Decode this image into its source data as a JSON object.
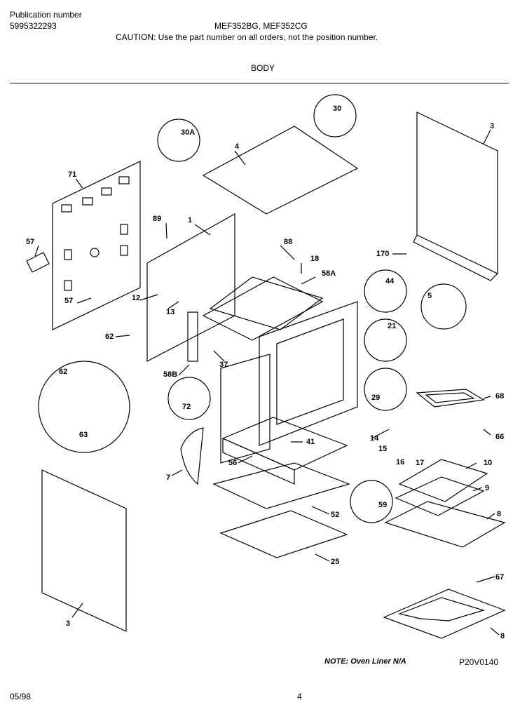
{
  "header": {
    "publication_label": "Publication number",
    "publication_number": "5995322293",
    "models": "MEF352BG, MEF352CG",
    "caution": "CAUTION:  Use the part number on all orders, not the position number.",
    "section_title": "BODY"
  },
  "callouts": [
    "30A",
    "30",
    "4",
    "3",
    "71",
    "89",
    "1",
    "88",
    "18",
    "58A",
    "57",
    "57",
    "12",
    "13",
    "44",
    "5",
    "170",
    "62",
    "21",
    "37",
    "58B",
    "62",
    "63",
    "29",
    "68",
    "72",
    "14",
    "15",
    "16",
    "17",
    "41",
    "66",
    "7",
    "56",
    "10",
    "59",
    "9",
    "52",
    "8",
    "3",
    "25",
    "67",
    "8"
  ],
  "footer": {
    "note": "NOTE:  Oven Liner N/A",
    "drawing_ref": "P20V0140",
    "date": "05/98",
    "page": "4"
  }
}
